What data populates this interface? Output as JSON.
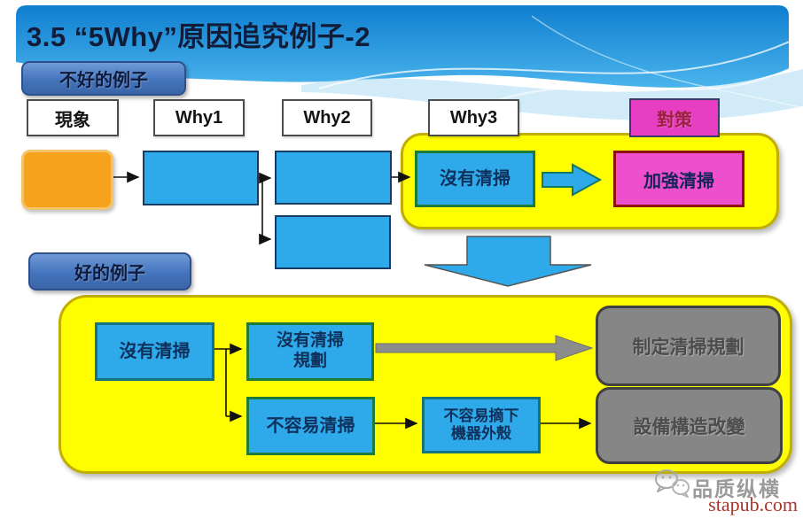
{
  "slide": {
    "title": "3.5 “5Why”原因追究例子-2",
    "badges": {
      "bad": "不好的例子",
      "good": "好的例子"
    },
    "columns": {
      "phenomenon": "現象",
      "why1": "Why1",
      "why2": "Why2",
      "why3": "Why3",
      "countermeasure": "對策"
    },
    "bad_example": {
      "why3_cause": "沒有清掃",
      "countermeasure": "加強清掃"
    },
    "good_example": {
      "cause": "沒有清掃",
      "why_no_plan_l1": "沒有清掃",
      "why_no_plan_l2": "規劃",
      "result_plan": "制定清掃規劃",
      "why_hard_clean": "不容易清掃",
      "why_hard_remove_l1": "不容易摘下",
      "why_hard_remove_l2": "機器外殼",
      "result_structure": "設備構造改變"
    }
  },
  "footer": {
    "brand": "品质纵横",
    "site": "stapub.com"
  },
  "colors": {
    "header_blue": "#1486d8",
    "flow_blue": "#2ea9e9",
    "container_yellow": "#fefe00",
    "magenta": "#ee4fcd",
    "orange": "#f6a21d",
    "gray_box": "#868686",
    "badge_blue": "#4474bd",
    "site_red": "#a8342a"
  }
}
